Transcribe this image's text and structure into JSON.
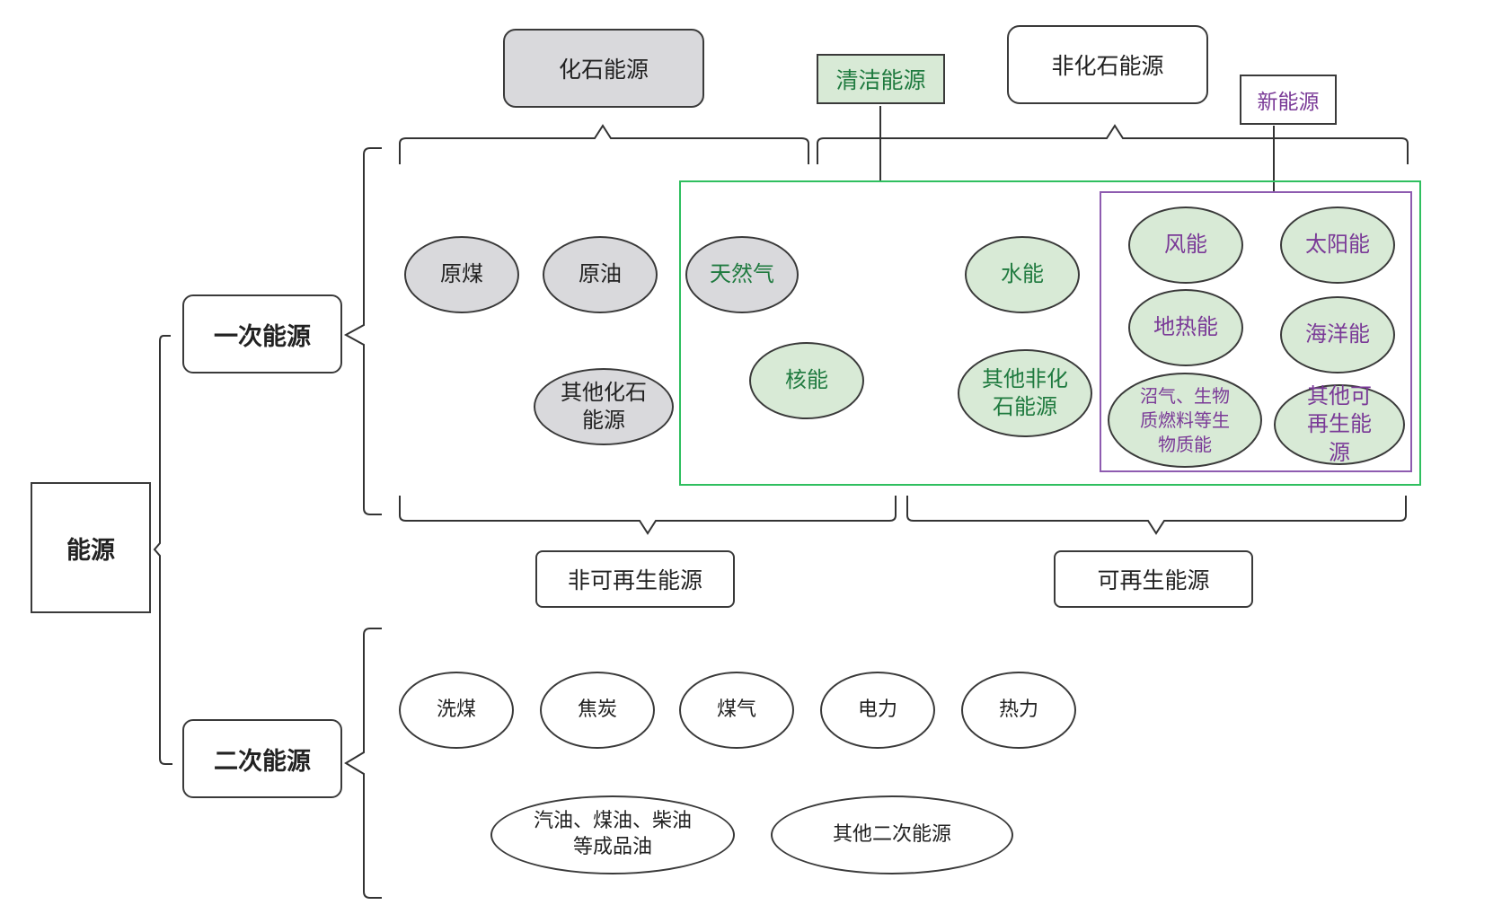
{
  "root": "能源",
  "primary": "一次能源",
  "secondary": "二次能源",
  "categories": {
    "fossil": "化石能源",
    "non_fossil": "非化石能源",
    "clean": "清洁能源",
    "new_energy": "新能源",
    "non_renewable": "非可再生能源",
    "renewable": "可再生能源"
  },
  "primary_items": {
    "raw_coal": "原煤",
    "crude_oil": "原油",
    "natural_gas": "天然气",
    "other_fossil": "其他化石能源",
    "nuclear": "核能",
    "hydro": "水能",
    "other_non_fossil": "其他非化石能源",
    "wind": "风能",
    "solar": "太阳能",
    "geothermal": "地热能",
    "ocean": "海洋能",
    "biomass": "沼气、生物质燃料等生物质能",
    "other_renewable": "其他可再生能源"
  },
  "secondary_items": {
    "washed_coal": "洗煤",
    "coke": "焦炭",
    "coal_gas": "煤气",
    "electricity": "电力",
    "heat": "热力",
    "refined_oil": "汽油、煤油、柴油等成品油",
    "other_secondary": "其他二次能源"
  },
  "colors": {
    "fossil_fill": "#d9d9dc",
    "clean_fill": "#d8ead6",
    "clean_border": "#2fbf5f",
    "new_energy_border": "#8e5bb0",
    "clean_text": "#1f7a3f",
    "new_energy_text": "#7a3a97"
  }
}
